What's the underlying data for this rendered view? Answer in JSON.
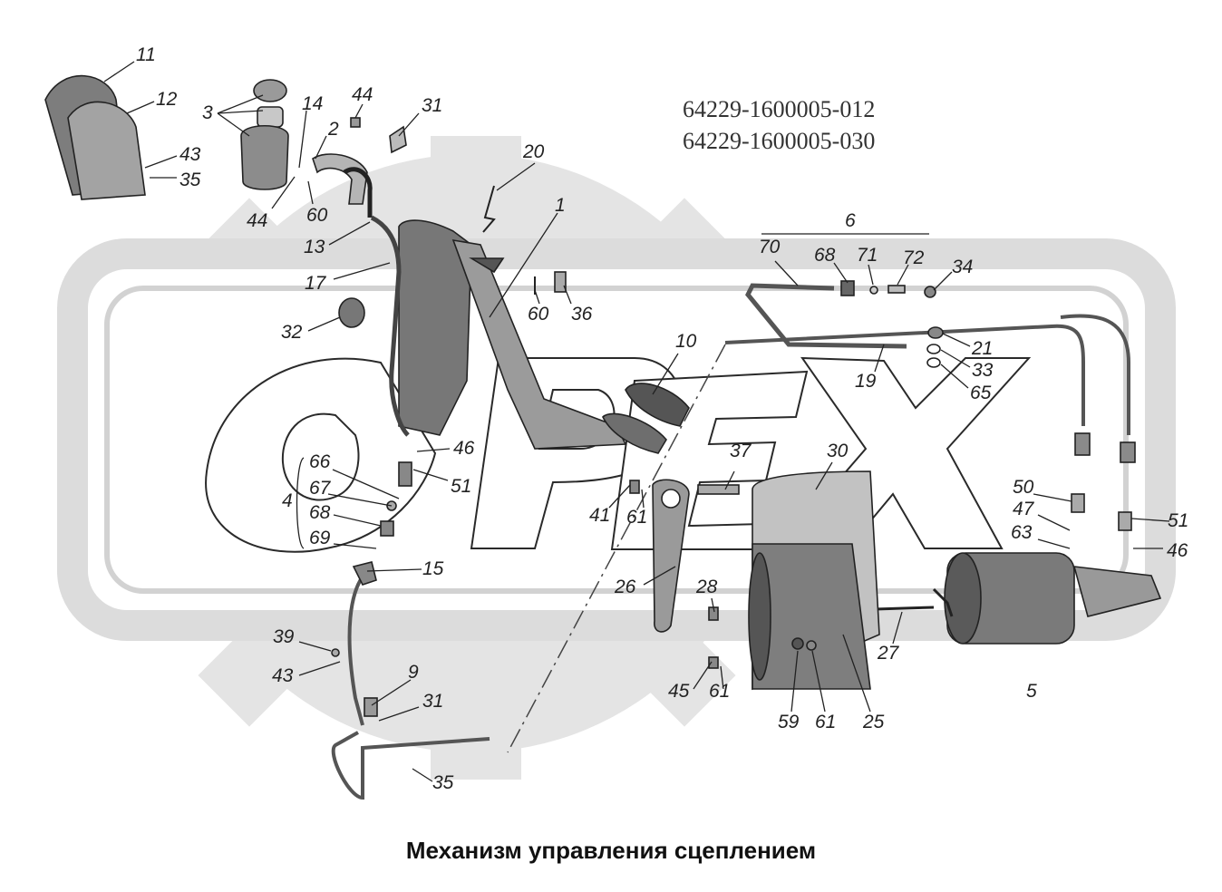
{
  "caption": "Механизм управления сцеплением",
  "part_numbers": [
    "64229-1600005-012",
    "64229-1600005-030"
  ],
  "watermark": {
    "brand_icon": "gear-logo",
    "color": "#e3e3e3"
  },
  "colors": {
    "line": "#222222",
    "part_fill": "#8f8f8f",
    "part_dark": "#555555"
  },
  "callouts": [
    {
      "id": "c11",
      "text": "11"
    },
    {
      "id": "c12",
      "text": "12"
    },
    {
      "id": "c3",
      "text": "3"
    },
    {
      "id": "c14",
      "text": "14"
    },
    {
      "id": "c44a",
      "text": "44"
    },
    {
      "id": "c31a",
      "text": "31"
    },
    {
      "id": "c2",
      "text": "2"
    },
    {
      "id": "c43a",
      "text": "43"
    },
    {
      "id": "c35a",
      "text": "35"
    },
    {
      "id": "c44b",
      "text": "44"
    },
    {
      "id": "c60a",
      "text": "60"
    },
    {
      "id": "c20",
      "text": "20"
    },
    {
      "id": "c1",
      "text": "1"
    },
    {
      "id": "c13",
      "text": "13"
    },
    {
      "id": "c17",
      "text": "17"
    },
    {
      "id": "c6",
      "text": "6"
    },
    {
      "id": "c70",
      "text": "70"
    },
    {
      "id": "c68a",
      "text": "68"
    },
    {
      "id": "c71",
      "text": "71"
    },
    {
      "id": "c72",
      "text": "72"
    },
    {
      "id": "c34",
      "text": "34"
    },
    {
      "id": "c60b",
      "text": "60"
    },
    {
      "id": "c36",
      "text": "36"
    },
    {
      "id": "c32",
      "text": "32"
    },
    {
      "id": "c10",
      "text": "10"
    },
    {
      "id": "c21",
      "text": "21"
    },
    {
      "id": "c33",
      "text": "33"
    },
    {
      "id": "c19",
      "text": "19"
    },
    {
      "id": "c65",
      "text": "65"
    },
    {
      "id": "c46a",
      "text": "46"
    },
    {
      "id": "c66",
      "text": "66"
    },
    {
      "id": "c51a",
      "text": "51"
    },
    {
      "id": "c37",
      "text": "37"
    },
    {
      "id": "c30",
      "text": "30"
    },
    {
      "id": "c4",
      "text": "4"
    },
    {
      "id": "c67",
      "text": "67"
    },
    {
      "id": "c68b",
      "text": "68"
    },
    {
      "id": "c41",
      "text": "41"
    },
    {
      "id": "c61a",
      "text": "61"
    },
    {
      "id": "c50",
      "text": "50"
    },
    {
      "id": "c47",
      "text": "47"
    },
    {
      "id": "c51b",
      "text": "51"
    },
    {
      "id": "c69",
      "text": "69"
    },
    {
      "id": "c63",
      "text": "63"
    },
    {
      "id": "c46b",
      "text": "46"
    },
    {
      "id": "c15",
      "text": "15"
    },
    {
      "id": "c26",
      "text": "26"
    },
    {
      "id": "c28",
      "text": "28"
    },
    {
      "id": "c39",
      "text": "39"
    },
    {
      "id": "c27",
      "text": "27"
    },
    {
      "id": "c43b",
      "text": "43"
    },
    {
      "id": "c9",
      "text": "9"
    },
    {
      "id": "c45",
      "text": "45"
    },
    {
      "id": "c61b",
      "text": "61"
    },
    {
      "id": "c5",
      "text": "5"
    },
    {
      "id": "c31b",
      "text": "31"
    },
    {
      "id": "c59",
      "text": "59"
    },
    {
      "id": "c61c",
      "text": "61"
    },
    {
      "id": "c25",
      "text": "25"
    },
    {
      "id": "c35b",
      "text": "35"
    }
  ]
}
